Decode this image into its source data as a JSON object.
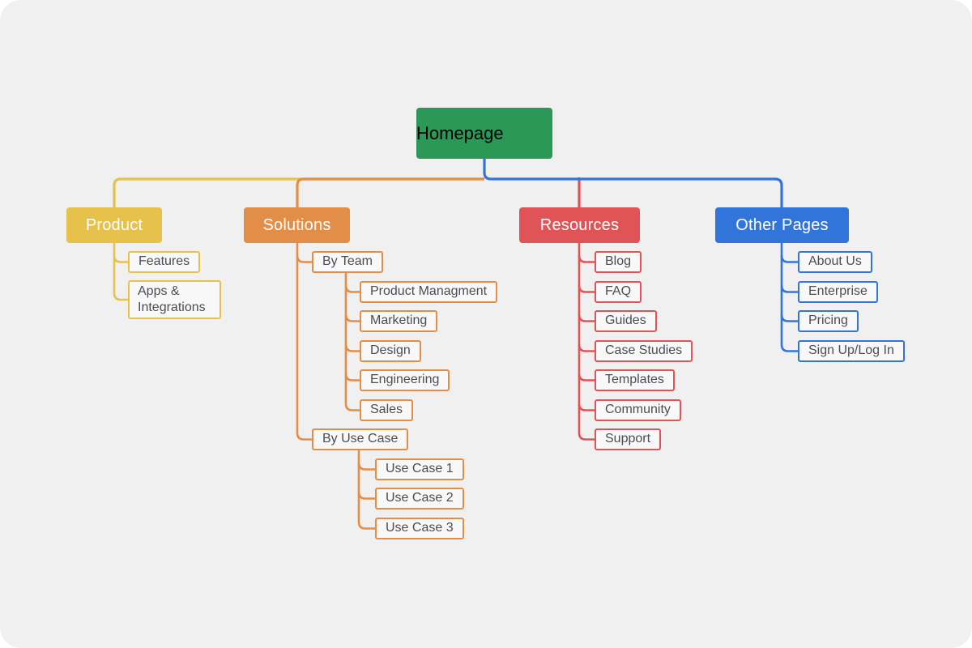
{
  "canvas": {
    "background_color": "#f0f0f1",
    "page_color": "#ffffff"
  },
  "sitemap": {
    "root": {
      "label": "Homepage",
      "color": "#2b9857"
    },
    "branches": [
      {
        "label": "Product",
        "color": "#e6c14b",
        "children": [
          {
            "label": "Features"
          },
          {
            "label": "Apps & Integrations"
          }
        ]
      },
      {
        "label": "Solutions",
        "color": "#e28e48",
        "children": [
          {
            "label": "By Team",
            "children": [
              {
                "label": "Product Managment"
              },
              {
                "label": "Marketing"
              },
              {
                "label": "Design"
              },
              {
                "label": "Engineering"
              },
              {
                "label": "Sales"
              }
            ]
          },
          {
            "label": "By Use Case",
            "children": [
              {
                "label": "Use Case 1"
              },
              {
                "label": "Use Case 2"
              },
              {
                "label": "Use Case 3"
              }
            ]
          }
        ]
      },
      {
        "label": "Resources",
        "color": "#e05458",
        "children": [
          {
            "label": "Blog"
          },
          {
            "label": "FAQ"
          },
          {
            "label": "Guides"
          },
          {
            "label": "Case Studies"
          },
          {
            "label": "Templates"
          },
          {
            "label": "Community"
          },
          {
            "label": "Support"
          }
        ]
      },
      {
        "label": "Other Pages",
        "color": "#3275da",
        "children": [
          {
            "label": "About Us"
          },
          {
            "label": "Enterprise"
          },
          {
            "label": "Pricing"
          },
          {
            "label": "Sign Up/Log In"
          }
        ]
      }
    ]
  }
}
